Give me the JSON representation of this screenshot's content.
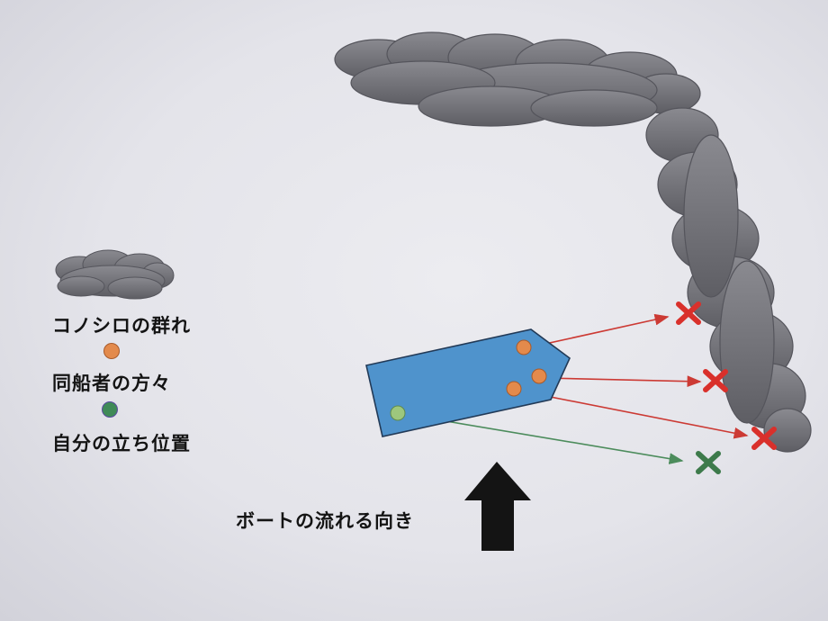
{
  "legend": {
    "school_label": "コノシロの群れ",
    "companions_label": "同船者の方々",
    "self_label": "自分の立ち位置"
  },
  "boat_direction_label": "ボートの流れる向き",
  "colors": {
    "cloud": "#6f6f75",
    "boat": "#4f93cc",
    "companion": "#e38a4c",
    "self": "#3f8a57",
    "self_on_boat": "#9dc77d",
    "miss_red": "#d9302b",
    "miss_green": "#3d7a4b",
    "cast_red": "#cc3a34",
    "cast_green": "#4c8c5c",
    "arrow": "#141414"
  },
  "icons": {
    "legend_school": "cloud-shape",
    "miss_marker": "x-mark",
    "direction": "up-arrow"
  }
}
